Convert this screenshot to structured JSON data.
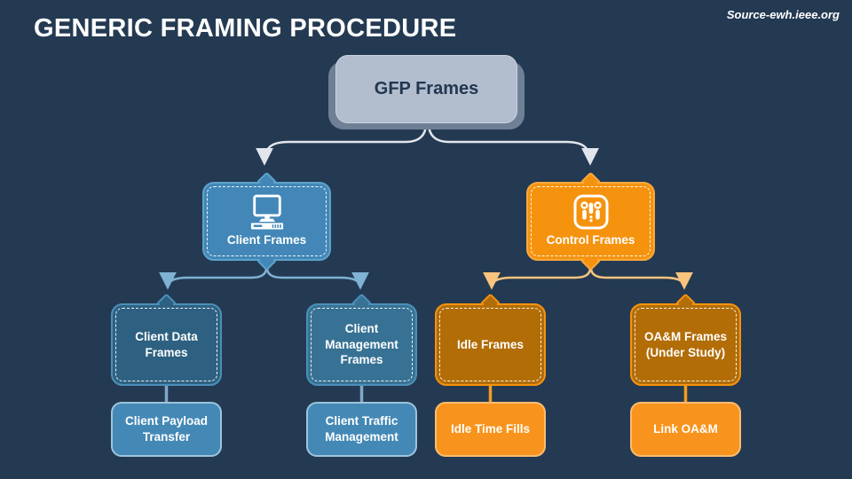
{
  "slide": {
    "title": "GENERIC FRAMING PROCEDURE",
    "source": "Source-ewh.ieee.org"
  },
  "tree": {
    "root": {
      "label": "GFP Frames"
    },
    "branches": [
      {
        "id": "client",
        "label": "Client Frames",
        "icon": "desktop-computer-icon",
        "children": [
          {
            "label": "Client Data Frames",
            "leaf": "Client Payload Transfer"
          },
          {
            "label": "Client Management Frames",
            "leaf": "Client Traffic Management"
          }
        ]
      },
      {
        "id": "control",
        "label": "Control Frames",
        "icon": "control-sliders-icon",
        "children": [
          {
            "label": "Idle Frames",
            "leaf": "Idle Time Fills"
          },
          {
            "label": "OA&M Frames (Under Study)",
            "leaf": "Link OA&M"
          }
        ]
      }
    ]
  },
  "colors": {
    "background": "#243a52",
    "root_fill": "#b2bdce",
    "root_shadow": "#6e7f96",
    "root_text": "#233750",
    "client_fill": "#4287b7",
    "client_dark_fill": "#2e6181",
    "client_leaf_fill": "#4489b6",
    "control_fill": "#f5930f",
    "control_dark_fill": "#b26d07",
    "control_leaf_fill": "#f8941d",
    "connector_root": "#e2e6ec",
    "connector_client": "#7fb2d3",
    "connector_control": "#f8c47e",
    "stem_client": "#7fa9c6",
    "stem_control": "#f79b1e"
  }
}
